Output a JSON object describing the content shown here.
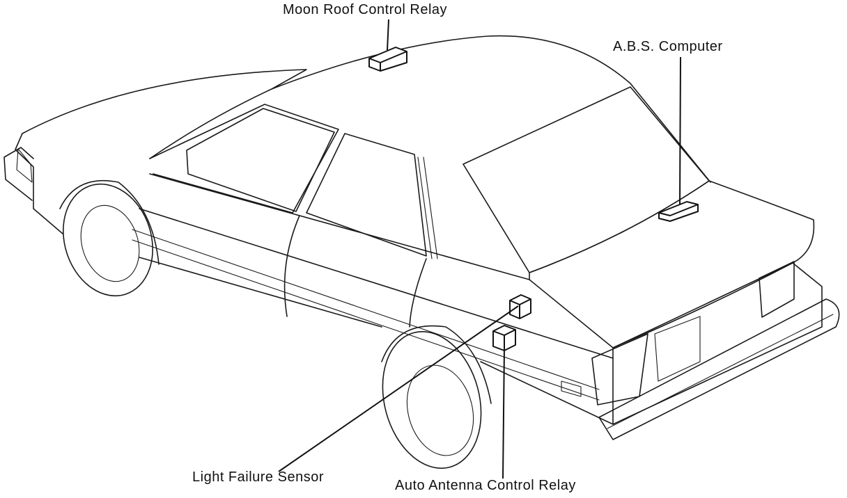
{
  "diagram": {
    "callouts": {
      "moon_roof_control_relay": "Moon Roof Control Relay",
      "abs_computer": "A.B.S. Computer",
      "light_failure_sensor": "Light Failure Sensor",
      "auto_antenna_control_relay": "Auto Antenna Control Relay"
    },
    "colors": {
      "line": "#1a1a1a",
      "background": "#ffffff"
    }
  }
}
